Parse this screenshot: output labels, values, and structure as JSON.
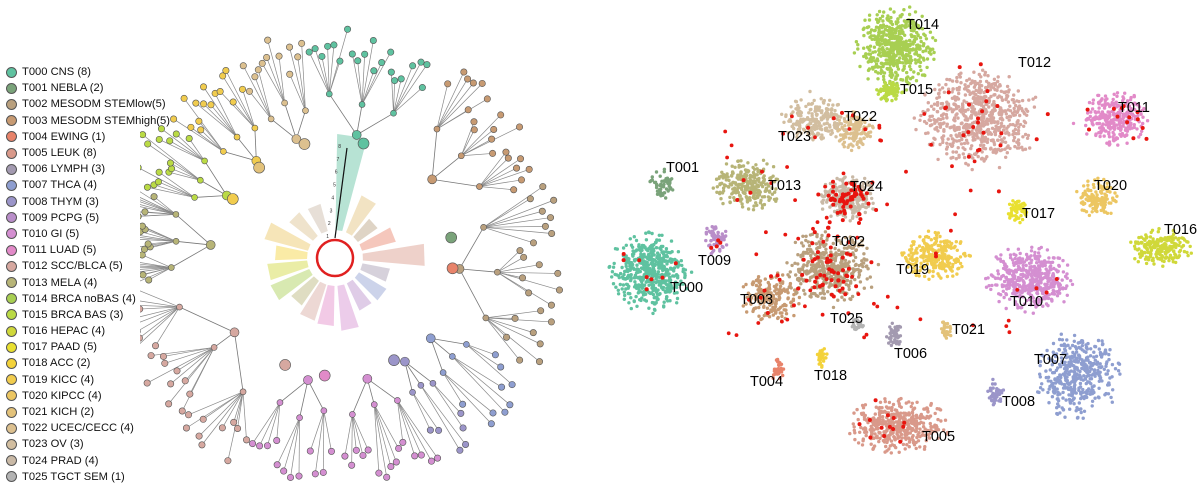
{
  "legend": [
    {
      "label": "T000 CNS (8)",
      "color": "#5fc2a0"
    },
    {
      "label": "T001 NEBLA (2)",
      "color": "#7aa37a"
    },
    {
      "label": "T002 MESODM STEMlow(5)",
      "color": "#b9a07e"
    },
    {
      "label": "T003 MESODM STEMhigh(5)",
      "color": "#c79a72"
    },
    {
      "label": "T004 EWING (1)",
      "color": "#e8836a"
    },
    {
      "label": "T005 LEUK (8)",
      "color": "#d9998a"
    },
    {
      "label": "T006 LYMPH (3)",
      "color": "#a39ab0"
    },
    {
      "label": "T007 THCA (4)",
      "color": "#8e9ed0"
    },
    {
      "label": "T008 THYM (3)",
      "color": "#9b95c9"
    },
    {
      "label": "T009 PCPG (5)",
      "color": "#b98ec9"
    },
    {
      "label": "T010 GI (5)",
      "color": "#d48fd1"
    },
    {
      "label": "T011 LUAD (5)",
      "color": "#e28ac8"
    },
    {
      "label": "T012 SCC/BLCA (5)",
      "color": "#d6a8a0"
    },
    {
      "label": "T013 MELA (4)",
      "color": "#b7b477"
    },
    {
      "label": "T014 BRCA noBAS (4)",
      "color": "#a8cf52"
    },
    {
      "label": "T015 BRCA BAS (3)",
      "color": "#bada45"
    },
    {
      "label": "T016 HEPAC (4)",
      "color": "#d0d83a"
    },
    {
      "label": "T017 PAAD (5)",
      "color": "#e9e030"
    },
    {
      "label": "T018 ACC (2)",
      "color": "#f3d23a"
    },
    {
      "label": "T019 KICC (4)",
      "color": "#f1cc4e"
    },
    {
      "label": "T020 KIPCC (4)",
      "color": "#ecc662"
    },
    {
      "label": "T021 KICH (2)",
      "color": "#e3c27a"
    },
    {
      "label": "T022 UCEC/CECC (4)",
      "color": "#dcc08f"
    },
    {
      "label": "T023 OV (3)",
      "color": "#d2bea0"
    },
    {
      "label": "T024 PRAD (4)",
      "color": "#c9b9a6"
    },
    {
      "label": "T025 TGCT SEM (1)",
      "color": "#b3b3b3"
    }
  ],
  "radial_scale": [
    "8",
    "7",
    "6",
    "5",
    "4",
    "3",
    "2",
    "1"
  ],
  "tsne": {
    "clusters": [
      {
        "label": "T000",
        "color": "#5fc2a0"
      },
      {
        "label": "T001",
        "color": "#7aa37a"
      },
      {
        "label": "T002",
        "color": "#b9a07e"
      },
      {
        "label": "T003",
        "color": "#c79a72"
      },
      {
        "label": "T004",
        "color": "#e8836a"
      },
      {
        "label": "T005",
        "color": "#d9998a"
      },
      {
        "label": "T006",
        "color": "#a39ab0"
      },
      {
        "label": "T007",
        "color": "#8e9ed0"
      },
      {
        "label": "T008",
        "color": "#9b95c9"
      },
      {
        "label": "T009",
        "color": "#b98ec9"
      },
      {
        "label": "T010",
        "color": "#d48fd1"
      },
      {
        "label": "T011",
        "color": "#e28ac8"
      },
      {
        "label": "T012",
        "color": "#d6a8a0"
      },
      {
        "label": "T013",
        "color": "#b7b477"
      },
      {
        "label": "T014",
        "color": "#a8cf52"
      },
      {
        "label": "T015",
        "color": "#bada45"
      },
      {
        "label": "T016",
        "color": "#d0d83a"
      },
      {
        "label": "T017",
        "color": "#e9e030"
      },
      {
        "label": "T018",
        "color": "#f3d23a"
      },
      {
        "label": "T019",
        "color": "#f1cc4e"
      },
      {
        "label": "T020",
        "color": "#ecc662"
      },
      {
        "label": "T021",
        "color": "#e3c27a"
      },
      {
        "label": "T022",
        "color": "#dcc08f"
      },
      {
        "label": "T023",
        "color": "#d2bea0"
      },
      {
        "label": "T024",
        "color": "#c9b9a6"
      },
      {
        "label": "T025",
        "color": "#b3b3b3"
      }
    ],
    "highlight_color": "#e8150f"
  }
}
